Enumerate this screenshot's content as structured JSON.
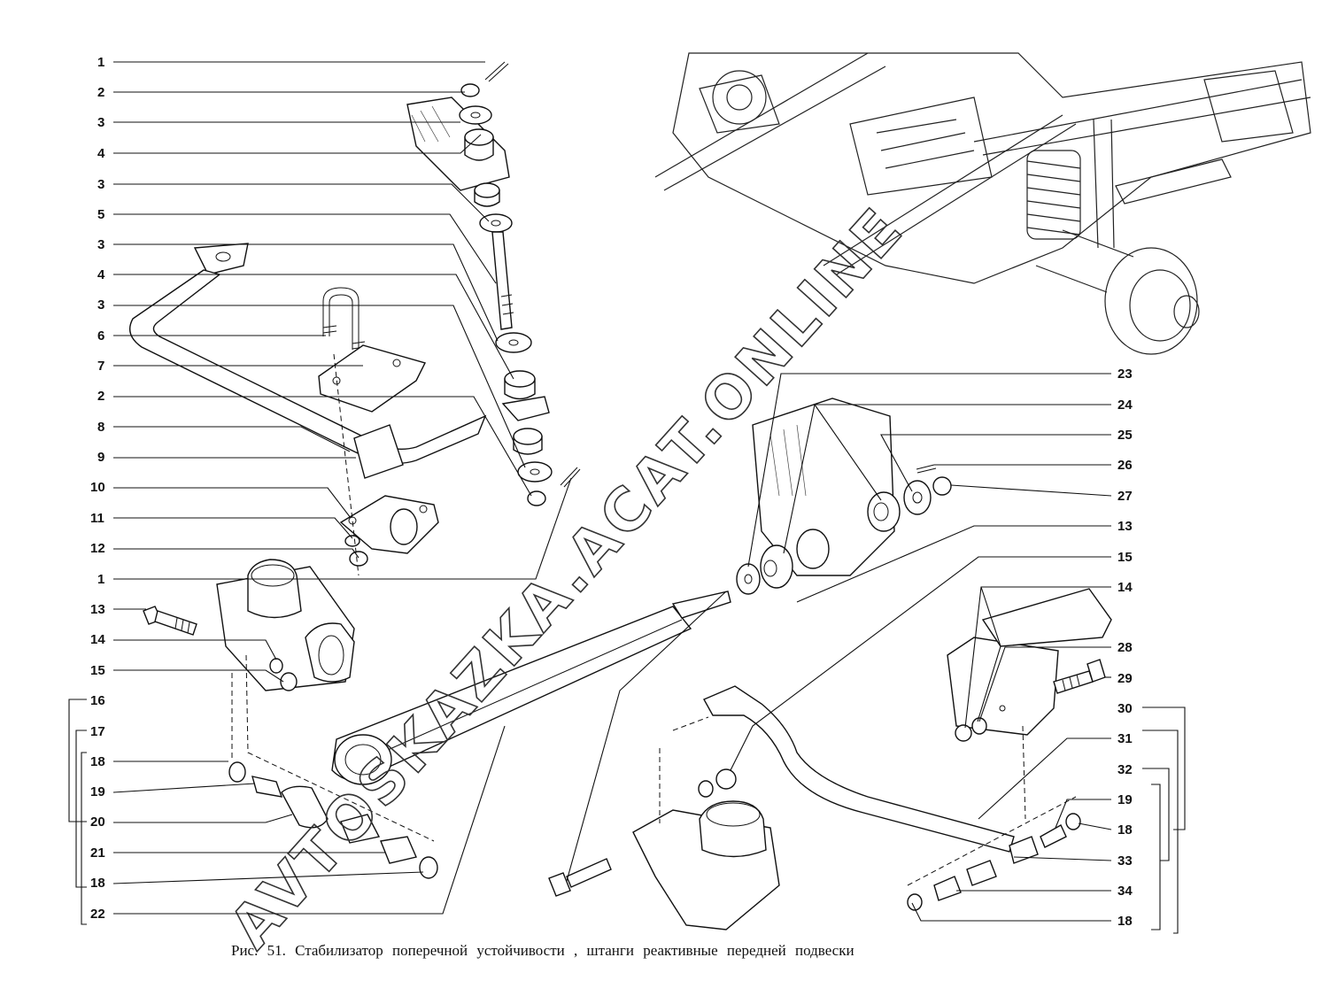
{
  "caption": "Рис. 51. Стабилизатор поперечной устойчивости , штанги реактивные передней подвески",
  "watermark": "AVTOSKAZKA.ACAT.ONLINE",
  "callouts_left": [
    "1",
    "2",
    "3",
    "4",
    "3",
    "5",
    "3",
    "4",
    "3",
    "6",
    "7",
    "2",
    "8",
    "9",
    "10",
    "11",
    "12",
    "1",
    "13",
    "14",
    "15",
    "16",
    "17",
    "18",
    "19",
    "20",
    "21",
    "18",
    "22"
  ],
  "callouts_right": [
    "23",
    "24",
    "25",
    "26",
    "27",
    "13",
    "15",
    "14",
    "28",
    "29",
    "30",
    "31",
    "32",
    "19",
    "18",
    "33",
    "34",
    "18"
  ]
}
